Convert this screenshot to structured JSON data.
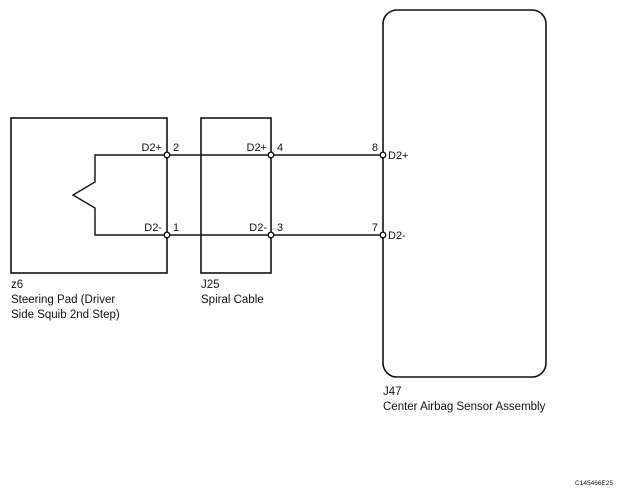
{
  "components": {
    "steering_pad": {
      "code": "z6",
      "name_line1": "Steering Pad (Driver",
      "name_line2": "Side Squib 2nd Step)",
      "pins": [
        {
          "pin": "2",
          "signal": "D2+"
        },
        {
          "pin": "1",
          "signal": "D2-"
        }
      ]
    },
    "spiral_cable": {
      "code": "J25",
      "name": "Spiral Cable",
      "pins": [
        {
          "pin": "4",
          "signal": "D2+"
        },
        {
          "pin": "3",
          "signal": "D2-"
        }
      ]
    },
    "airbag_sensor": {
      "code": "J47",
      "name": "Center Airbag Sensor Assembly",
      "pins": [
        {
          "pin": "8",
          "signal": "D2+"
        },
        {
          "pin": "7",
          "signal": "D2-"
        }
      ]
    }
  },
  "figure_code": "C145466E25"
}
